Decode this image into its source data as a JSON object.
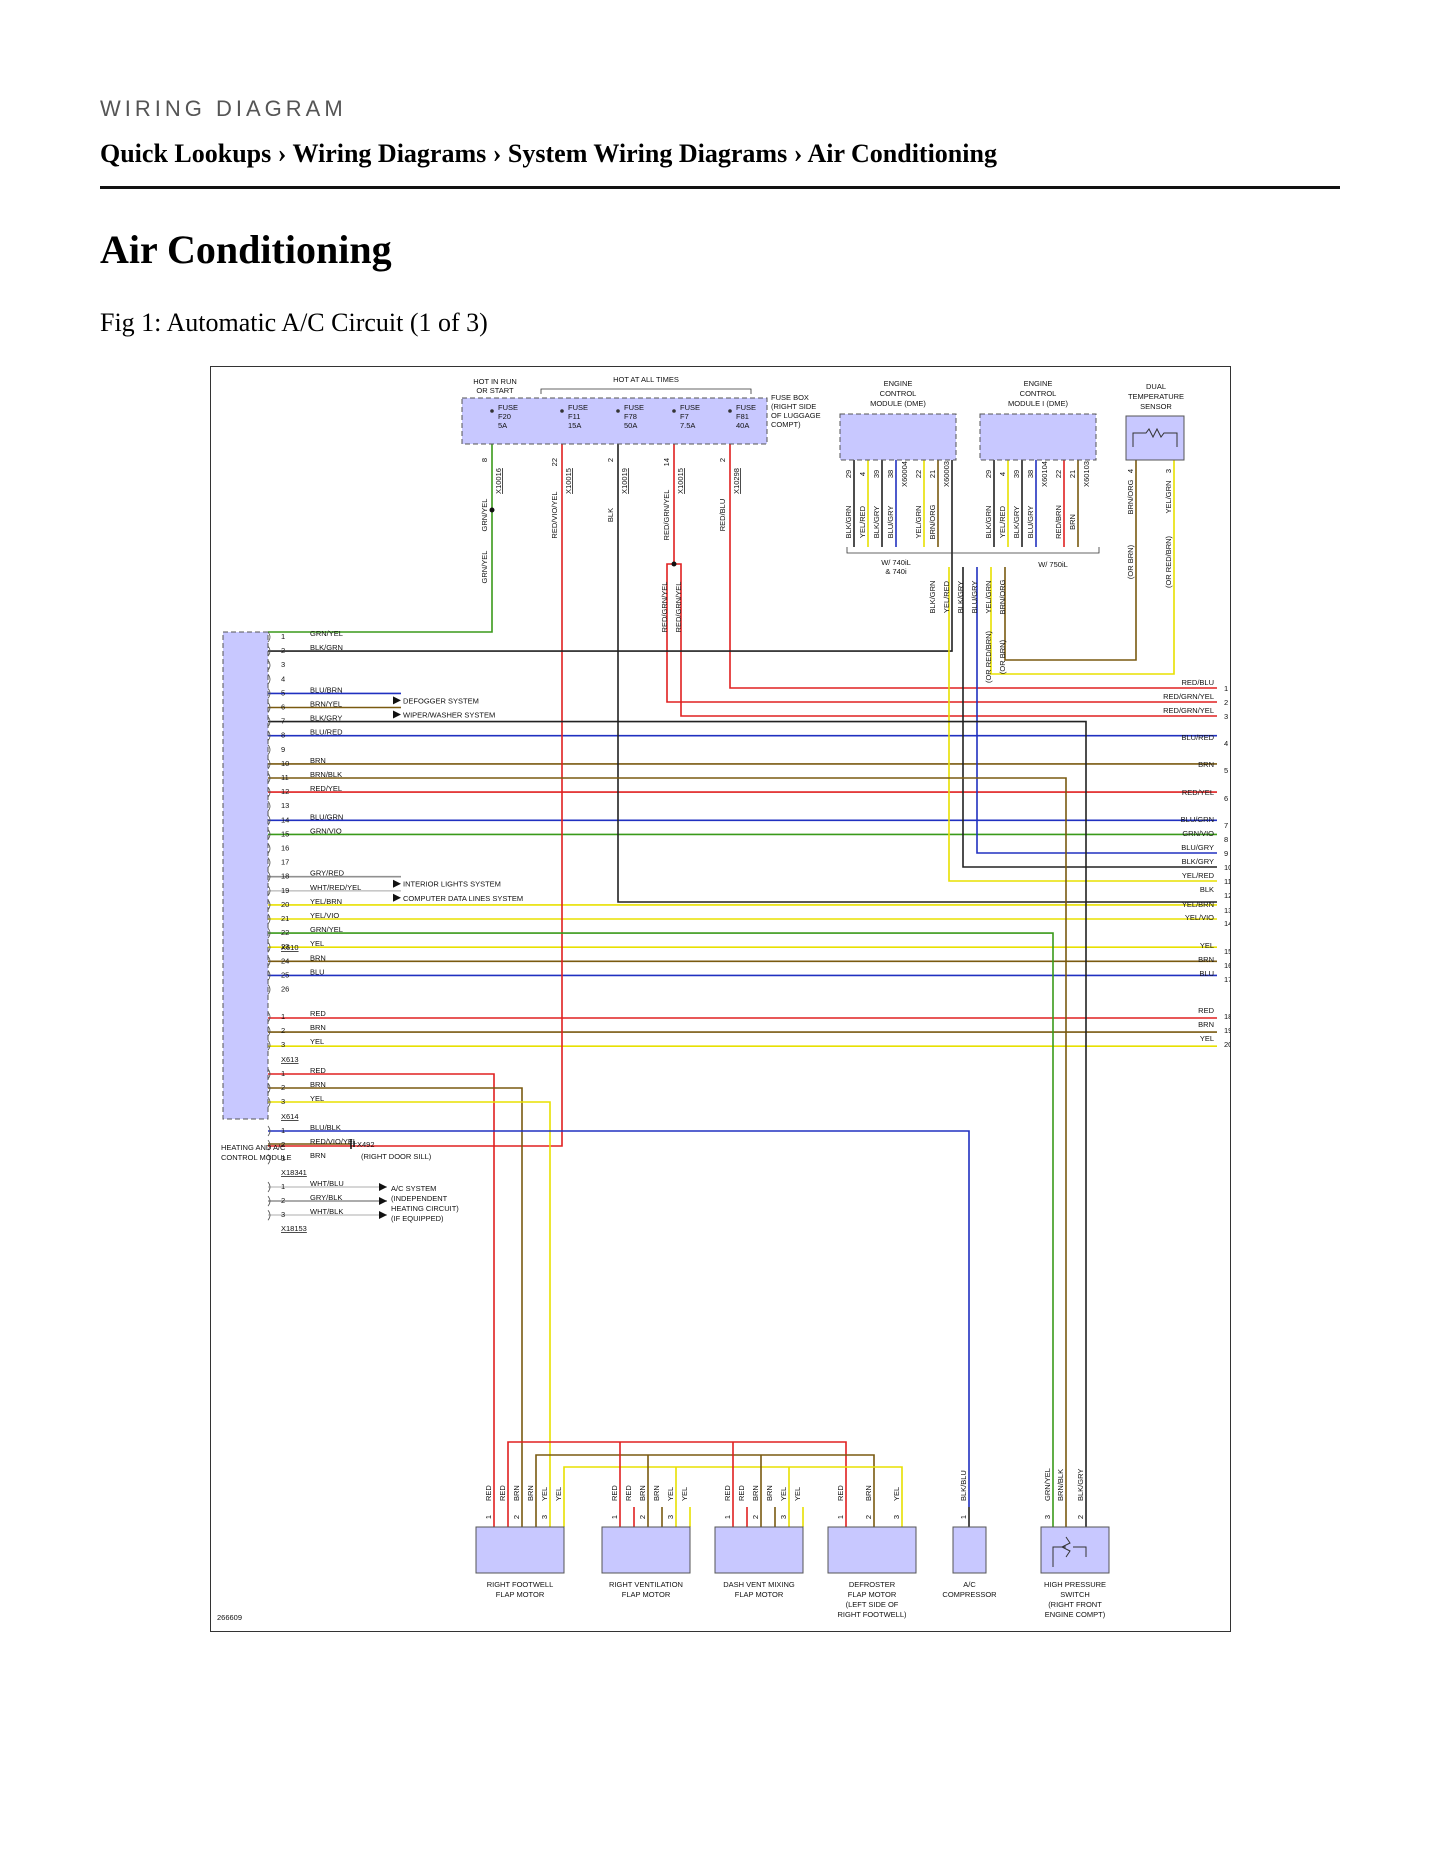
{
  "header": {
    "kicker": "WIRING DIAGRAM",
    "breadcrumb": [
      "Quick Lookups",
      "Wiring Diagrams",
      "System Wiring Diagrams",
      "Air Conditioning"
    ],
    "separator": "›"
  },
  "page_title": "Air Conditioning",
  "figure": {
    "caption": "Fig 1: Automatic A/C Circuit (1 of 3)",
    "id_code": "266609",
    "top_labels": {
      "hot_run_1": "HOT IN RUN",
      "hot_run_2": "OR START",
      "hot_all": "HOT AT ALL TIMES",
      "fusebox": [
        "FUSE BOX",
        "(RIGHT SIDE",
        "OF LUGGAGE",
        "COMPT)"
      ],
      "ecm1": [
        "ENGINE",
        "CONTROL",
        "MODULE (DME)"
      ],
      "ecm2": [
        "ENGINE",
        "CONTROL",
        "MODULE I (DME)"
      ],
      "sensor": [
        "DUAL",
        "TEMPERATURE",
        "SENSOR"
      ],
      "variant1": [
        "W/ 740iL",
        "& 740i"
      ],
      "variant2": "W/ 750iL"
    },
    "fuses": [
      {
        "label": "FUSE",
        "id": "F20",
        "amp": "5A"
      },
      {
        "label": "FUSE",
        "id": "F11",
        "amp": "15A"
      },
      {
        "label": "FUSE",
        "id": "F78",
        "amp": "50A"
      },
      {
        "label": "FUSE",
        "id": "F7",
        "amp": "7.5A"
      },
      {
        "label": "FUSE",
        "id": "F81",
        "amp": "40A"
      }
    ],
    "fuse_pins": [
      {
        "pin": "8",
        "conn": "X10016",
        "wire": "GRN/YEL"
      },
      {
        "pin": "22",
        "conn": "X10015",
        "wire": "RED/VIO/YEL"
      },
      {
        "pin": "2",
        "conn": "X10019",
        "wire": "BLK"
      },
      {
        "pin": "14",
        "conn": "X10015",
        "wire": "RED/GRN/YEL"
      },
      {
        "pin": "2",
        "conn": "X10298",
        "wire": "RED/BLU"
      }
    ],
    "ecm1_pins": [
      {
        "pin": "29",
        "wire": "BLK/GRN"
      },
      {
        "pin": "4",
        "wire": "YEL/RED"
      },
      {
        "pin": "39",
        "wire": "BLK/GRY"
      },
      {
        "pin": "38",
        "wire": "BLU/GRY"
      },
      {
        "pin": "X60004",
        "wire": ""
      },
      {
        "pin": "22",
        "wire": "YEL/GRN"
      },
      {
        "pin": "21",
        "wire": "BRN/ORG"
      },
      {
        "pin": "X60003",
        "wire": ""
      }
    ],
    "ecm2_pins": [
      {
        "pin": "29",
        "wire": "BLK/GRN"
      },
      {
        "pin": "4",
        "wire": "YEL/RED"
      },
      {
        "pin": "39",
        "wire": "BLK/GRY"
      },
      {
        "pin": "38",
        "wire": "BLU/GRY"
      },
      {
        "pin": "X60104",
        "wire": ""
      },
      {
        "pin": "22",
        "wire": "RED/BRN"
      },
      {
        "pin": "21",
        "wire": "BRN"
      },
      {
        "pin": "X60103",
        "wire": ""
      }
    ],
    "sensor_pins": [
      {
        "pin": "4",
        "wire": "BRN/ORG",
        "alt": "(OR BRN)"
      },
      {
        "pin": "3",
        "wire": "YEL/GRN",
        "alt": "(OR RED/BRN)"
      }
    ],
    "mid_labels": [
      "GRN/YEL",
      "RED/GRN/YEL",
      "RED/GRN/YEL",
      "BLK/GRN",
      "YEL/RED",
      "BLK/GRY",
      "BLU/GRY",
      "YEL/GRN",
      "BRN/ORG",
      "(OR RED/BRN)",
      "(OR BRN)"
    ],
    "module_name": [
      "HEATING AND A/C",
      "CONTROL MODULE"
    ],
    "module_pins": [
      {
        "n": "1",
        "w": "GRN/YEL"
      },
      {
        "n": "2",
        "w": "BLK/GRN"
      },
      {
        "n": "3",
        "w": ""
      },
      {
        "n": "4",
        "w": ""
      },
      {
        "n": "5",
        "w": "BLU/BRN"
      },
      {
        "n": "6",
        "w": "BRN/YEL"
      },
      {
        "n": "7",
        "w": "BLK/GRY"
      },
      {
        "n": "8",
        "w": "BLU/RED"
      },
      {
        "n": "9",
        "w": ""
      },
      {
        "n": "10",
        "w": "BRN"
      },
      {
        "n": "11",
        "w": "BRN/BLK"
      },
      {
        "n": "12",
        "w": "RED/YEL"
      },
      {
        "n": "13",
        "w": ""
      },
      {
        "n": "14",
        "w": "BLU/GRN"
      },
      {
        "n": "15",
        "w": "GRN/VIO"
      },
      {
        "n": "16",
        "w": ""
      },
      {
        "n": "17",
        "w": ""
      },
      {
        "n": "18",
        "w": "GRY/RED"
      },
      {
        "n": "19",
        "w": "WHT/RED/YEL"
      },
      {
        "n": "20",
        "w": "YEL/BRN"
      },
      {
        "n": "21",
        "w": "YEL/VIO"
      },
      {
        "n": "22",
        "w": "GRN/YEL"
      },
      {
        "n": "23",
        "w": "YEL"
      },
      {
        "n": "24",
        "w": "BRN"
      },
      {
        "n": "25",
        "w": "BLU"
      },
      {
        "n": "26",
        "w": ""
      }
    ],
    "connectors": [
      {
        "name": "X610",
        "pins": [
          {
            "n": "1",
            "w": "RED"
          },
          {
            "n": "2",
            "w": "BRN"
          },
          {
            "n": "3",
            "w": "YEL"
          }
        ]
      },
      {
        "name": "X613",
        "pins": [
          {
            "n": "1",
            "w": "RED"
          },
          {
            "n": "2",
            "w": "BRN"
          },
          {
            "n": "3",
            "w": "YEL"
          }
        ]
      },
      {
        "name": "X614",
        "pins": [
          {
            "n": "1",
            "w": "BLU/BLK"
          },
          {
            "n": "2",
            "w": "RED/VIO/YEL"
          },
          {
            "n": "3",
            "w": "BRN"
          }
        ]
      },
      {
        "name": "X18341",
        "pins": [
          {
            "n": "1",
            "w": "WHT/BLU"
          },
          {
            "n": "2",
            "w": "GRY/BLK"
          },
          {
            "n": "3",
            "w": "WHT/BLK"
          }
        ]
      },
      {
        "name": "X18153",
        "pins": []
      }
    ],
    "side_notes": {
      "defogger": "DEFOGGER SYSTEM",
      "wiper": "WIPER/WASHER SYSTEM",
      "interior": "INTERIOR LIGHTS SYSTEM",
      "computer": "COMPUTER DATA LINES SYSTEM",
      "ground": "X492",
      "ground_loc": "(RIGHT DOOR SILL)",
      "ac_system": [
        "A/C SYSTEM",
        "(INDEPENDENT",
        "HEATING CIRCUIT)",
        "(IF EQUIPPED)"
      ]
    },
    "right_refs": [
      {
        "n": "1",
        "w": "RED/BLU"
      },
      {
        "n": "2",
        "w": "RED/GRN/YEL"
      },
      {
        "n": "3",
        "w": "RED/GRN/YEL"
      },
      {
        "n": "4",
        "w": "BLU/RED"
      },
      {
        "n": "5",
        "w": "BRN"
      },
      {
        "n": "6",
        "w": "RED/YEL"
      },
      {
        "n": "7",
        "w": "BLU/GRN"
      },
      {
        "n": "8",
        "w": "GRN/VIO"
      },
      {
        "n": "9",
        "w": "BLU/GRY"
      },
      {
        "n": "10",
        "w": "BLK/GRY"
      },
      {
        "n": "11",
        "w": "YEL/RED"
      },
      {
        "n": "12",
        "w": "BLK"
      },
      {
        "n": "13",
        "w": "YEL/BRN"
      },
      {
        "n": "14",
        "w": "YEL/VIO"
      },
      {
        "n": "15",
        "w": "YEL"
      },
      {
        "n": "16",
        "w": "BRN"
      },
      {
        "n": "17",
        "w": "BLU"
      },
      {
        "n": "18",
        "w": "RED"
      },
      {
        "n": "19",
        "w": "BRN"
      },
      {
        "n": "20",
        "w": "YEL"
      }
    ],
    "bottom_components": [
      {
        "name": [
          "RIGHT FOOTWELL",
          "FLAP MOTOR"
        ],
        "wires": [
          {
            "p": "1",
            "w": "RED"
          },
          {
            "p": "",
            "w": "RED"
          },
          {
            "p": "2",
            "w": "BRN"
          },
          {
            "p": "",
            "w": "BRN"
          },
          {
            "p": "3",
            "w": "YEL"
          },
          {
            "p": "",
            "w": "YEL"
          }
        ]
      },
      {
        "name": [
          "RIGHT VENTILATION",
          "FLAP MOTOR"
        ],
        "wires": [
          {
            "p": "1",
            "w": "RED"
          },
          {
            "p": "",
            "w": "RED"
          },
          {
            "p": "2",
            "w": "BRN"
          },
          {
            "p": "",
            "w": "BRN"
          },
          {
            "p": "3",
            "w": "YEL"
          },
          {
            "p": "",
            "w": "YEL"
          }
        ]
      },
      {
        "name": [
          "DASH VENT MIXING",
          "FLAP MOTOR"
        ],
        "wires": [
          {
            "p": "1",
            "w": "RED"
          },
          {
            "p": "",
            "w": "RED"
          },
          {
            "p": "2",
            "w": "BRN"
          },
          {
            "p": "",
            "w": "BRN"
          },
          {
            "p": "3",
            "w": "YEL"
          },
          {
            "p": "",
            "w": "YEL"
          }
        ]
      },
      {
        "name": [
          "DEFROSTER",
          "FLAP MOTOR",
          "(LEFT SIDE OF",
          "RIGHT FOOTWELL)"
        ],
        "wires": [
          {
            "p": "1",
            "w": "RED"
          },
          {
            "p": "2",
            "w": "BRN"
          },
          {
            "p": "3",
            "w": "YEL"
          }
        ]
      },
      {
        "name": [
          "A/C",
          "COMPRESSOR"
        ],
        "wires": [
          {
            "p": "1",
            "w": "BLK/BLU"
          }
        ]
      },
      {
        "name": [
          "HIGH PRESSURE",
          "SWITCH",
          "(RIGHT FRONT",
          "ENGINE COMPT)"
        ],
        "wires": [
          {
            "p": "3",
            "w": "GRN/YEL"
          },
          {
            "p": "",
            "w": "BRN/BLK"
          },
          {
            "p": "2",
            "w": "BLK/GRY"
          }
        ]
      }
    ]
  }
}
